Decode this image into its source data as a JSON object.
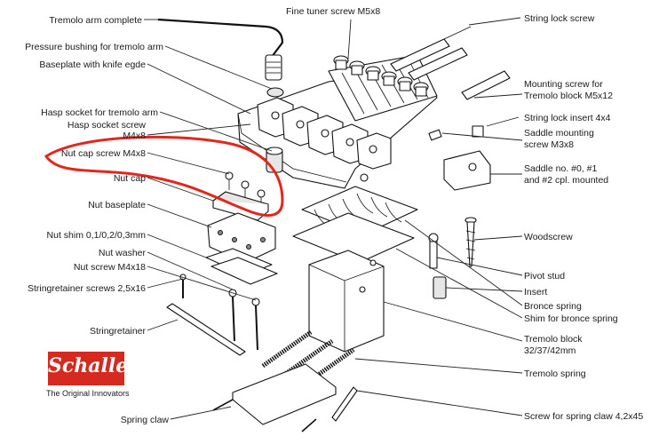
{
  "labels_left": [
    {
      "id": "tremolo-arm-complete",
      "text": "Tremolo arm complete"
    },
    {
      "id": "pressure-bushing",
      "text": "Pressure bushing for tremolo arm"
    },
    {
      "id": "baseplate",
      "text": "Baseplate with knife egde"
    },
    {
      "id": "hasp-socket",
      "text": "Hasp socket for tremolo arm"
    },
    {
      "id": "hasp-socket-screw",
      "text": "Hasp socket screw"
    },
    {
      "id": "hasp-socket-screw-size",
      "text": "M4x8"
    },
    {
      "id": "nut-cap-screw",
      "text": "Nut cap screw M4x8"
    },
    {
      "id": "nut-cap",
      "text": "Nut cap"
    },
    {
      "id": "nut-baseplate",
      "text": "Nut baseplate"
    },
    {
      "id": "nut-shim",
      "text": "Nut shim 0,1/0,2/0,3mm"
    },
    {
      "id": "nut-washer",
      "text": "Nut washer"
    },
    {
      "id": "nut-screw",
      "text": "Nut screw M4x18"
    },
    {
      "id": "stringretainer-screws",
      "text": "Stringretainer screws 2,5x16"
    },
    {
      "id": "stringretainer",
      "text": "Stringretainer"
    },
    {
      "id": "spring-claw",
      "text": "Spring claw"
    }
  ],
  "labels_right": [
    {
      "id": "fine-tuner-screw",
      "text": "Fine tuner screw M5x8"
    },
    {
      "id": "string-lock-screw",
      "text": "String lock screw"
    },
    {
      "id": "mounting-screw-1",
      "text": "Mounting screw for"
    },
    {
      "id": "mounting-screw-2",
      "text": "Tremolo block M5x12"
    },
    {
      "id": "string-lock-insert",
      "text": "String lock insert 4x4"
    },
    {
      "id": "saddle-mounting-1",
      "text": "Saddle mounting"
    },
    {
      "id": "saddle-mounting-2",
      "text": "screw M3x8"
    },
    {
      "id": "saddle-no-1",
      "text": "Saddle no. #0, #1"
    },
    {
      "id": "saddle-no-2",
      "text": "and #2 cpl. mounted"
    },
    {
      "id": "woodscrew",
      "text": "Woodscrew"
    },
    {
      "id": "pivot-stud",
      "text": "Pivot stud"
    },
    {
      "id": "insert",
      "text": "Insert"
    },
    {
      "id": "bronce-spring",
      "text": "Bronce spring"
    },
    {
      "id": "shim-bronce",
      "text": "Shim for bronce spring"
    },
    {
      "id": "tremolo-block-1",
      "text": "Tremolo block"
    },
    {
      "id": "tremolo-block-2",
      "text": "32/37/42mm"
    },
    {
      "id": "tremolo-spring",
      "text": "Tremolo spring"
    },
    {
      "id": "screw-spring-claw",
      "text": "Screw for spring claw 4,2x45"
    }
  ],
  "logo": {
    "brand": "Schaller",
    "tagline": "The Original Innovators",
    "color": "#d42a20"
  },
  "highlight_color": "#e0281f"
}
